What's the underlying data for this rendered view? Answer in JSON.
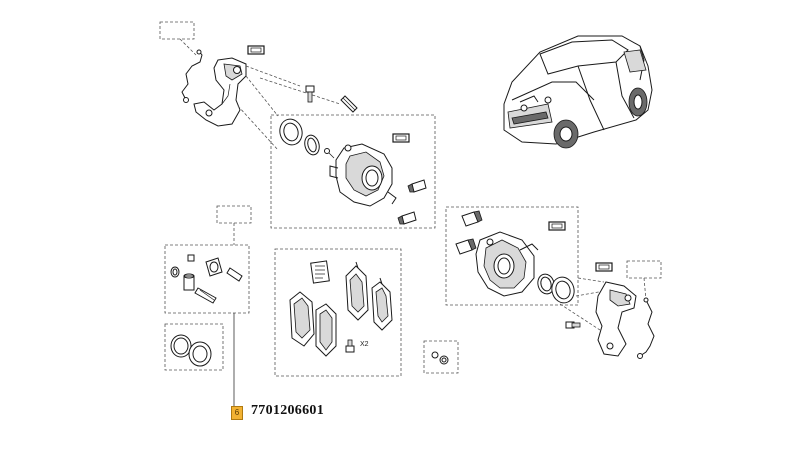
{
  "callout": {
    "index": "6",
    "part_number": "7701206601",
    "badge_color": "#f2b233"
  },
  "annotations": {
    "quantity": "X2"
  }
}
